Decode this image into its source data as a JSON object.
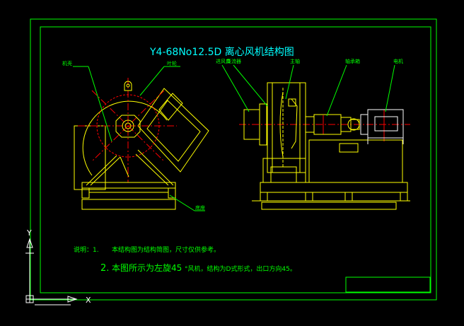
{
  "drawing": {
    "title": "Y4-68No12.5D 离心风机结构图",
    "front_view_labels": {
      "left": "机壳",
      "top": "叶轮",
      "bottom": "底座"
    },
    "side_view_labels": {
      "inlet": "进风口",
      "collector": "集流器",
      "hub": "主轴",
      "bearing": "轴承箱",
      "motor": "电机"
    },
    "notes": {
      "line1_prefix": "说明：1.",
      "line1_text": "本结构图为结构简图，尺寸仅供参考。",
      "line2_prefix": "2.",
      "line2_text": "本图所示为左旋45",
      "line2_suffix": "°风机，结构为D式形式，出口方向45。"
    }
  },
  "ucs": {
    "y_label": "Y",
    "x_label": "X"
  },
  "colors": {
    "background": "#000000",
    "border": "#00ff00",
    "outline": "#ffff00",
    "centerline": "#ff0000",
    "text_title": "#00ffff",
    "text_notes": "#00ff00",
    "motor": "#ffffff",
    "ucs": "#ffffff"
  }
}
